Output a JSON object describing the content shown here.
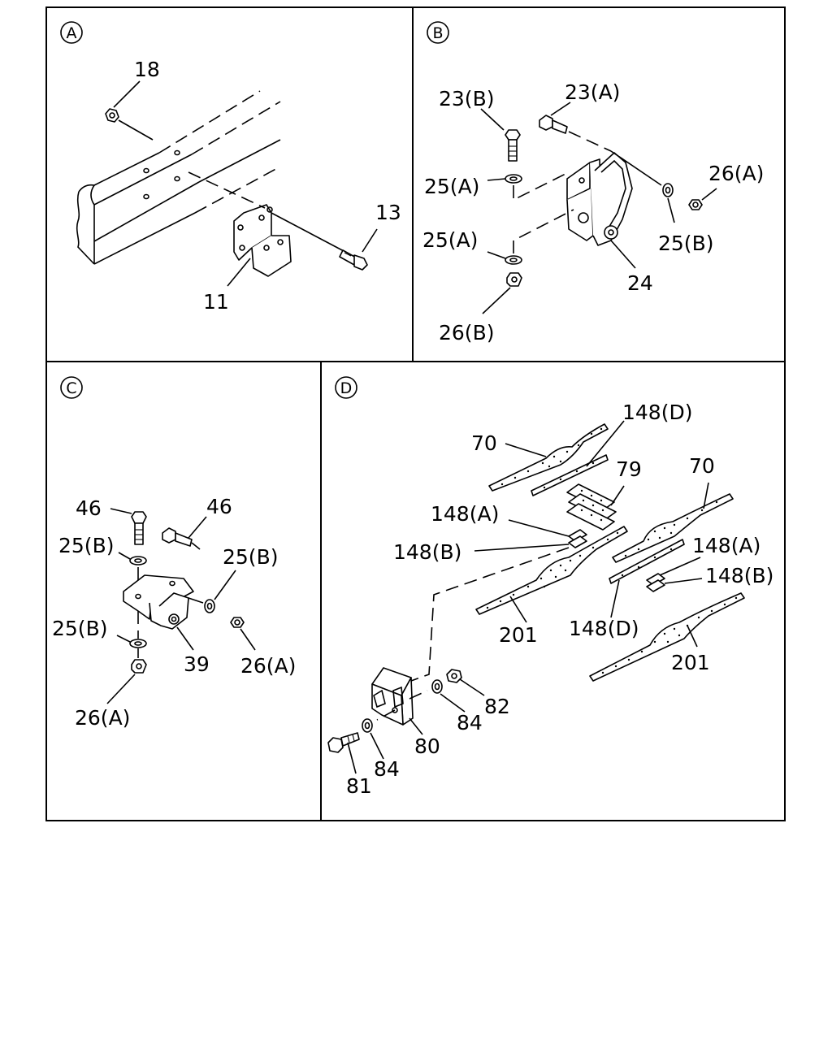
{
  "colors": {
    "line": "#000000",
    "background": "#ffffff"
  },
  "panels": [
    {
      "letter": "A",
      "labels": [
        {
          "text": "18"
        },
        {
          "text": "13"
        },
        {
          "text": "11"
        }
      ]
    },
    {
      "letter": "B",
      "labels": [
        {
          "text": "23(B)"
        },
        {
          "text": "23(A)"
        },
        {
          "text": "26(A)"
        },
        {
          "text": "25(A)"
        },
        {
          "text": "25(A)"
        },
        {
          "text": "25(B)"
        },
        {
          "text": "24"
        },
        {
          "text": "26(B)"
        }
      ]
    },
    {
      "letter": "C",
      "labels": [
        {
          "text": "46"
        },
        {
          "text": "46"
        },
        {
          "text": "25(B)"
        },
        {
          "text": "25(B)"
        },
        {
          "text": "25(B)"
        },
        {
          "text": "39"
        },
        {
          "text": "26(A)"
        },
        {
          "text": "26(A)"
        }
      ]
    },
    {
      "letter": "D",
      "labels": [
        {
          "text": "70"
        },
        {
          "text": "148(D)"
        },
        {
          "text": "79"
        },
        {
          "text": "70"
        },
        {
          "text": "148(A)"
        },
        {
          "text": "148(B)"
        },
        {
          "text": "148(A)"
        },
        {
          "text": "148(B)"
        },
        {
          "text": "201"
        },
        {
          "text": "148(D)"
        },
        {
          "text": "201"
        },
        {
          "text": "82"
        },
        {
          "text": "84"
        },
        {
          "text": "80"
        },
        {
          "text": "84"
        },
        {
          "text": "81"
        }
      ]
    }
  ]
}
